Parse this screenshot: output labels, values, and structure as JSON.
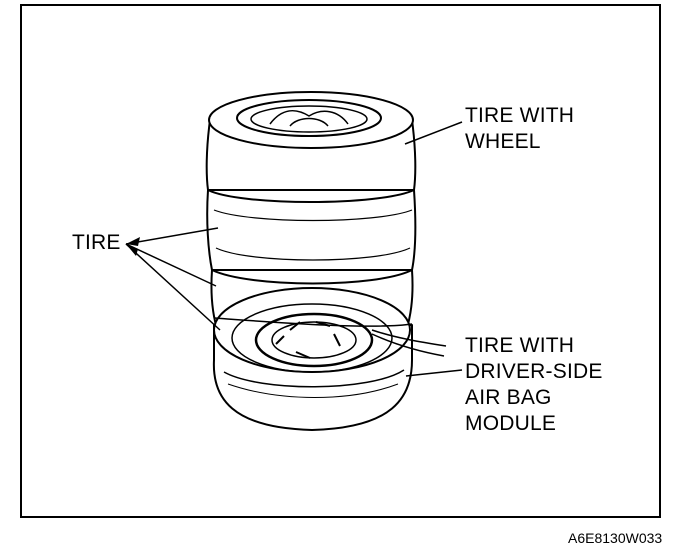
{
  "labels": {
    "tire_with_wheel": [
      "TIRE WITH",
      "WHEEL"
    ],
    "tire": "TIRE",
    "tire_with_airbag": [
      "TIRE WITH",
      "DRIVER-SIDE",
      "AIR BAG",
      "MODULE"
    ]
  },
  "figure_code": "A6E8130W033"
}
